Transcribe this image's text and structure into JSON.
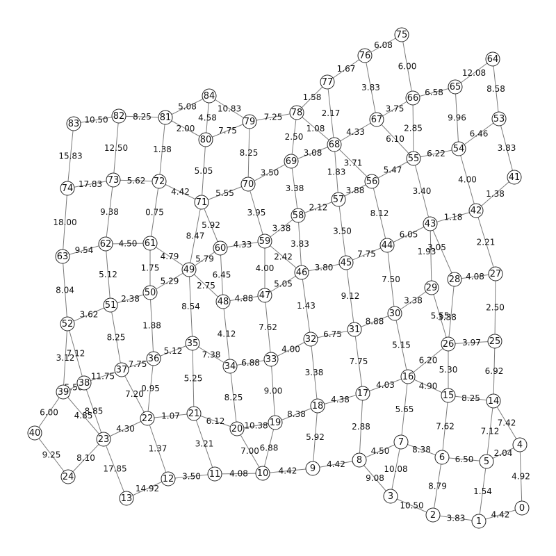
{
  "graph": {
    "nodes": [
      {
        "id": "0",
        "label": "0"
      },
      {
        "id": "1",
        "label": "1"
      },
      {
        "id": "2",
        "label": "2"
      },
      {
        "id": "3",
        "label": "3"
      },
      {
        "id": "4",
        "label": "4"
      },
      {
        "id": "5",
        "label": "5"
      },
      {
        "id": "6",
        "label": "6"
      },
      {
        "id": "7",
        "label": "7"
      },
      {
        "id": "8",
        "label": "8"
      },
      {
        "id": "9",
        "label": "9"
      },
      {
        "id": "10",
        "label": "10"
      },
      {
        "id": "11",
        "label": "11"
      },
      {
        "id": "12",
        "label": "12"
      },
      {
        "id": "13",
        "label": "13"
      },
      {
        "id": "14",
        "label": "14"
      },
      {
        "id": "15",
        "label": "15"
      },
      {
        "id": "16",
        "label": "16"
      },
      {
        "id": "17",
        "label": "17"
      },
      {
        "id": "18",
        "label": "18"
      },
      {
        "id": "19",
        "label": "19"
      },
      {
        "id": "20",
        "label": "20"
      },
      {
        "id": "21",
        "label": "21"
      },
      {
        "id": "22",
        "label": "22"
      },
      {
        "id": "23",
        "label": "23"
      },
      {
        "id": "24",
        "label": "24"
      },
      {
        "id": "25",
        "label": "25"
      },
      {
        "id": "26",
        "label": "26"
      },
      {
        "id": "27",
        "label": "27"
      },
      {
        "id": "28",
        "label": "28"
      },
      {
        "id": "29",
        "label": "29"
      },
      {
        "id": "30",
        "label": "30"
      },
      {
        "id": "31",
        "label": "31"
      },
      {
        "id": "32",
        "label": "32"
      },
      {
        "id": "33",
        "label": "33"
      },
      {
        "id": "34",
        "label": "34"
      },
      {
        "id": "35",
        "label": "35"
      },
      {
        "id": "36",
        "label": "36"
      },
      {
        "id": "37",
        "label": "37"
      },
      {
        "id": "38",
        "label": "38"
      },
      {
        "id": "39",
        "label": "39"
      },
      {
        "id": "40",
        "label": "40"
      },
      {
        "id": "41",
        "label": "41"
      },
      {
        "id": "42",
        "label": "42"
      },
      {
        "id": "43",
        "label": "43"
      },
      {
        "id": "44",
        "label": "44"
      },
      {
        "id": "45",
        "label": "45"
      },
      {
        "id": "46",
        "label": "46"
      },
      {
        "id": "47",
        "label": "47"
      },
      {
        "id": "48",
        "label": "48"
      },
      {
        "id": "49",
        "label": "49"
      },
      {
        "id": "50",
        "label": "50"
      },
      {
        "id": "51",
        "label": "51"
      },
      {
        "id": "52",
        "label": "52"
      },
      {
        "id": "53",
        "label": "53"
      },
      {
        "id": "54",
        "label": "54"
      },
      {
        "id": "55",
        "label": "55"
      },
      {
        "id": "56",
        "label": "56"
      },
      {
        "id": "57",
        "label": "57"
      },
      {
        "id": "58",
        "label": "58"
      },
      {
        "id": "59",
        "label": "59"
      },
      {
        "id": "60",
        "label": "60"
      },
      {
        "id": "61",
        "label": "61"
      },
      {
        "id": "62",
        "label": "62"
      },
      {
        "id": "63",
        "label": "63"
      },
      {
        "id": "64",
        "label": "64"
      },
      {
        "id": "65",
        "label": "65"
      },
      {
        "id": "66",
        "label": "66"
      },
      {
        "id": "67",
        "label": "67"
      },
      {
        "id": "68",
        "label": "68"
      },
      {
        "id": "69",
        "label": "69"
      },
      {
        "id": "70",
        "label": "70"
      },
      {
        "id": "71",
        "label": "71"
      },
      {
        "id": "72",
        "label": "72"
      },
      {
        "id": "73",
        "label": "73"
      },
      {
        "id": "74",
        "label": "74"
      },
      {
        "id": "75",
        "label": "75"
      },
      {
        "id": "76",
        "label": "76"
      },
      {
        "id": "77",
        "label": "77"
      },
      {
        "id": "78",
        "label": "78"
      },
      {
        "id": "79",
        "label": "79"
      },
      {
        "id": "80",
        "label": "80"
      },
      {
        "id": "81",
        "label": "81"
      },
      {
        "id": "82",
        "label": "82"
      },
      {
        "id": "83",
        "label": "83"
      },
      {
        "id": "84",
        "label": "84"
      }
    ],
    "edges": [
      {
        "source": "0",
        "target": "1",
        "weight": "4.42"
      },
      {
        "source": "0",
        "target": "4",
        "weight": "4.92"
      },
      {
        "source": "1",
        "target": "2",
        "weight": "3.83"
      },
      {
        "source": "1",
        "target": "5",
        "weight": "1.54"
      },
      {
        "source": "2",
        "target": "3",
        "weight": "10.50"
      },
      {
        "source": "2",
        "target": "6",
        "weight": "8.79"
      },
      {
        "source": "3",
        "target": "8",
        "weight": "9.08"
      },
      {
        "source": "3",
        "target": "7",
        "weight": "10.08"
      },
      {
        "source": "4",
        "target": "5",
        "weight": "2.04"
      },
      {
        "source": "4",
        "target": "14",
        "weight": "7.42"
      },
      {
        "source": "5",
        "target": "6",
        "weight": "6.50"
      },
      {
        "source": "5",
        "target": "14",
        "weight": "7.12"
      },
      {
        "source": "6",
        "target": "7",
        "weight": "8.38"
      },
      {
        "source": "6",
        "target": "15",
        "weight": "7.62"
      },
      {
        "source": "7",
        "target": "8",
        "weight": "4.50"
      },
      {
        "source": "7",
        "target": "16",
        "weight": "5.65"
      },
      {
        "source": "8",
        "target": "9",
        "weight": "4.42"
      },
      {
        "source": "8",
        "target": "17",
        "weight": "2.88"
      },
      {
        "source": "9",
        "target": "10",
        "weight": "4.42"
      },
      {
        "source": "9",
        "target": "18",
        "weight": "5.92"
      },
      {
        "source": "10",
        "target": "11",
        "weight": "4.08"
      },
      {
        "source": "10",
        "target": "19",
        "weight": "6.88"
      },
      {
        "source": "10",
        "target": "20",
        "weight": "7.00"
      },
      {
        "source": "11",
        "target": "12",
        "weight": "3.50"
      },
      {
        "source": "11",
        "target": "21",
        "weight": "3.21"
      },
      {
        "source": "12",
        "target": "13",
        "weight": "14.92"
      },
      {
        "source": "12",
        "target": "22",
        "weight": "1.37"
      },
      {
        "source": "13",
        "target": "23",
        "weight": "17.85"
      },
      {
        "source": "14",
        "target": "15",
        "weight": "8.25"
      },
      {
        "source": "14",
        "target": "25",
        "weight": "6.92"
      },
      {
        "source": "15",
        "target": "16",
        "weight": "4.90"
      },
      {
        "source": "15",
        "target": "26",
        "weight": "5.30"
      },
      {
        "source": "16",
        "target": "17",
        "weight": "4.03"
      },
      {
        "source": "16",
        "target": "26",
        "weight": "6.20"
      },
      {
        "source": "16",
        "target": "30",
        "weight": "5.15"
      },
      {
        "source": "17",
        "target": "18",
        "weight": "4.38"
      },
      {
        "source": "17",
        "target": "31",
        "weight": "7.75"
      },
      {
        "source": "18",
        "target": "19",
        "weight": "8.38"
      },
      {
        "source": "18",
        "target": "32",
        "weight": "3.38"
      },
      {
        "source": "19",
        "target": "20",
        "weight": "10.38"
      },
      {
        "source": "19",
        "target": "33",
        "weight": "9.00"
      },
      {
        "source": "20",
        "target": "21",
        "weight": "6.12"
      },
      {
        "source": "20",
        "target": "34",
        "weight": "8.25"
      },
      {
        "source": "21",
        "target": "22",
        "weight": "1.07"
      },
      {
        "source": "21",
        "target": "35",
        "weight": "5.25"
      },
      {
        "source": "22",
        "target": "23",
        "weight": "4.30"
      },
      {
        "source": "22",
        "target": "36",
        "weight": "0.95"
      },
      {
        "source": "22",
        "target": "37",
        "weight": "7.20"
      },
      {
        "source": "23",
        "target": "24",
        "weight": "8.10"
      },
      {
        "source": "23",
        "target": "38",
        "weight": "8.85"
      },
      {
        "source": "23",
        "target": "39",
        "weight": "4.85"
      },
      {
        "source": "24",
        "target": "40",
        "weight": "9.25"
      },
      {
        "source": "25",
        "target": "26",
        "weight": "3.97"
      },
      {
        "source": "25",
        "target": "27",
        "weight": "2.50"
      },
      {
        "source": "26",
        "target": "28",
        "weight": "3.38"
      },
      {
        "source": "26",
        "target": "29",
        "weight": "5.55"
      },
      {
        "source": "27",
        "target": "28",
        "weight": "4.08"
      },
      {
        "source": "27",
        "target": "42",
        "weight": "2.21"
      },
      {
        "source": "28",
        "target": "43",
        "weight": "3.05"
      },
      {
        "source": "29",
        "target": "30",
        "weight": "3.38"
      },
      {
        "source": "29",
        "target": "43",
        "weight": "1.93"
      },
      {
        "source": "30",
        "target": "31",
        "weight": "8.88"
      },
      {
        "source": "30",
        "target": "44",
        "weight": "7.50"
      },
      {
        "source": "31",
        "target": "32",
        "weight": "6.75"
      },
      {
        "source": "31",
        "target": "45",
        "weight": "9.12"
      },
      {
        "source": "32",
        "target": "33",
        "weight": "4.00"
      },
      {
        "source": "32",
        "target": "46",
        "weight": "1.43"
      },
      {
        "source": "33",
        "target": "34",
        "weight": "6.88"
      },
      {
        "source": "33",
        "target": "47",
        "weight": "7.62"
      },
      {
        "source": "34",
        "target": "35",
        "weight": "7.38"
      },
      {
        "source": "34",
        "target": "48",
        "weight": "4.12"
      },
      {
        "source": "35",
        "target": "36",
        "weight": "5.12"
      },
      {
        "source": "35",
        "target": "49",
        "weight": "8.54"
      },
      {
        "source": "36",
        "target": "37",
        "weight": "7.75"
      },
      {
        "source": "36",
        "target": "50",
        "weight": "1.88"
      },
      {
        "source": "37",
        "target": "38",
        "weight": "11.75"
      },
      {
        "source": "37",
        "target": "51",
        "weight": "8.25"
      },
      {
        "source": "38",
        "target": "39",
        "weight": "5.50"
      },
      {
        "source": "38",
        "target": "52",
        "weight": "7.12"
      },
      {
        "source": "39",
        "target": "40",
        "weight": "6.00"
      },
      {
        "source": "39",
        "target": "52",
        "weight": "3.12"
      },
      {
        "source": "41",
        "target": "42",
        "weight": "1.38"
      },
      {
        "source": "41",
        "target": "53",
        "weight": "3.83"
      },
      {
        "source": "42",
        "target": "43",
        "weight": "1.18"
      },
      {
        "source": "42",
        "target": "54",
        "weight": "4.00"
      },
      {
        "source": "43",
        "target": "44",
        "weight": "6.05"
      },
      {
        "source": "43",
        "target": "55",
        "weight": "3.40"
      },
      {
        "source": "44",
        "target": "45",
        "weight": "7.75"
      },
      {
        "source": "44",
        "target": "56",
        "weight": "8.12"
      },
      {
        "source": "45",
        "target": "46",
        "weight": "3.80"
      },
      {
        "source": "45",
        "target": "57",
        "weight": "3.50"
      },
      {
        "source": "46",
        "target": "47",
        "weight": "5.05"
      },
      {
        "source": "46",
        "target": "58",
        "weight": "3.83"
      },
      {
        "source": "46",
        "target": "59",
        "weight": "2.42"
      },
      {
        "source": "47",
        "target": "48",
        "weight": "4.88"
      },
      {
        "source": "47",
        "target": "59",
        "weight": "4.00"
      },
      {
        "source": "48",
        "target": "49",
        "weight": "2.75"
      },
      {
        "source": "48",
        "target": "60",
        "weight": "6.45"
      },
      {
        "source": "49",
        "target": "50",
        "weight": "5.29"
      },
      {
        "source": "49",
        "target": "60",
        "weight": "5.79"
      },
      {
        "source": "49",
        "target": "61",
        "weight": "4.79"
      },
      {
        "source": "49",
        "target": "71",
        "weight": "8.47"
      },
      {
        "source": "50",
        "target": "51",
        "weight": "2.38"
      },
      {
        "source": "50",
        "target": "61",
        "weight": "1.75"
      },
      {
        "source": "51",
        "target": "52",
        "weight": "3.62"
      },
      {
        "source": "51",
        "target": "62",
        "weight": "5.12"
      },
      {
        "source": "52",
        "target": "63",
        "weight": "8.04"
      },
      {
        "source": "53",
        "target": "54",
        "weight": "6.46"
      },
      {
        "source": "53",
        "target": "64",
        "weight": "8.58"
      },
      {
        "source": "54",
        "target": "55",
        "weight": "6.22"
      },
      {
        "source": "54",
        "target": "65",
        "weight": "9.96"
      },
      {
        "source": "55",
        "target": "56",
        "weight": "5.47"
      },
      {
        "source": "55",
        "target": "66",
        "weight": "2.85"
      },
      {
        "source": "55",
        "target": "67",
        "weight": "6.10"
      },
      {
        "source": "56",
        "target": "57",
        "weight": "3.88"
      },
      {
        "source": "56",
        "target": "68",
        "weight": "3.71"
      },
      {
        "source": "57",
        "target": "58",
        "weight": "2.12"
      },
      {
        "source": "57",
        "target": "68",
        "weight": "1.83"
      },
      {
        "source": "58",
        "target": "59",
        "weight": "3.38"
      },
      {
        "source": "58",
        "target": "69",
        "weight": "3.38"
      },
      {
        "source": "59",
        "target": "60",
        "weight": "4.33"
      },
      {
        "source": "59",
        "target": "70",
        "weight": "3.95"
      },
      {
        "source": "60",
        "target": "71",
        "weight": "5.92"
      },
      {
        "source": "61",
        "target": "62",
        "weight": "4.50"
      },
      {
        "source": "61",
        "target": "72",
        "weight": "0.75"
      },
      {
        "source": "62",
        "target": "63",
        "weight": "9.54"
      },
      {
        "source": "62",
        "target": "73",
        "weight": "9.38"
      },
      {
        "source": "63",
        "target": "74",
        "weight": "18.00"
      },
      {
        "source": "64",
        "target": "65",
        "weight": "12.08"
      },
      {
        "source": "65",
        "target": "66",
        "weight": "6.58"
      },
      {
        "source": "66",
        "target": "67",
        "weight": "3.75"
      },
      {
        "source": "66",
        "target": "75",
        "weight": "6.00"
      },
      {
        "source": "67",
        "target": "68",
        "weight": "4.33"
      },
      {
        "source": "67",
        "target": "76",
        "weight": "3.83"
      },
      {
        "source": "68",
        "target": "69",
        "weight": "3.08"
      },
      {
        "source": "68",
        "target": "77",
        "weight": "2.17"
      },
      {
        "source": "68",
        "target": "78",
        "weight": "1.08"
      },
      {
        "source": "69",
        "target": "70",
        "weight": "3.50"
      },
      {
        "source": "69",
        "target": "78",
        "weight": "2.50"
      },
      {
        "source": "70",
        "target": "71",
        "weight": "5.55"
      },
      {
        "source": "70",
        "target": "79",
        "weight": "8.25"
      },
      {
        "source": "71",
        "target": "72",
        "weight": "4.42"
      },
      {
        "source": "71",
        "target": "80",
        "weight": "5.05"
      },
      {
        "source": "72",
        "target": "73",
        "weight": "5.62"
      },
      {
        "source": "72",
        "target": "81",
        "weight": "1.38"
      },
      {
        "source": "73",
        "target": "74",
        "weight": "17.83"
      },
      {
        "source": "73",
        "target": "82",
        "weight": "12.50"
      },
      {
        "source": "74",
        "target": "83",
        "weight": "15.83"
      },
      {
        "source": "75",
        "target": "76",
        "weight": "6.08"
      },
      {
        "source": "76",
        "target": "77",
        "weight": "1.67"
      },
      {
        "source": "77",
        "target": "78",
        "weight": "1.58"
      },
      {
        "source": "78",
        "target": "79",
        "weight": "7.25"
      },
      {
        "source": "79",
        "target": "80",
        "weight": "7.75"
      },
      {
        "source": "79",
        "target": "84",
        "weight": "10.83"
      },
      {
        "source": "80",
        "target": "81",
        "weight": "2.00"
      },
      {
        "source": "80",
        "target": "84",
        "weight": "4.58"
      },
      {
        "source": "81",
        "target": "82",
        "weight": "8.25"
      },
      {
        "source": "81",
        "target": "84",
        "weight": "5.08"
      },
      {
        "source": "82",
        "target": "83",
        "weight": "10.50"
      }
    ]
  }
}
